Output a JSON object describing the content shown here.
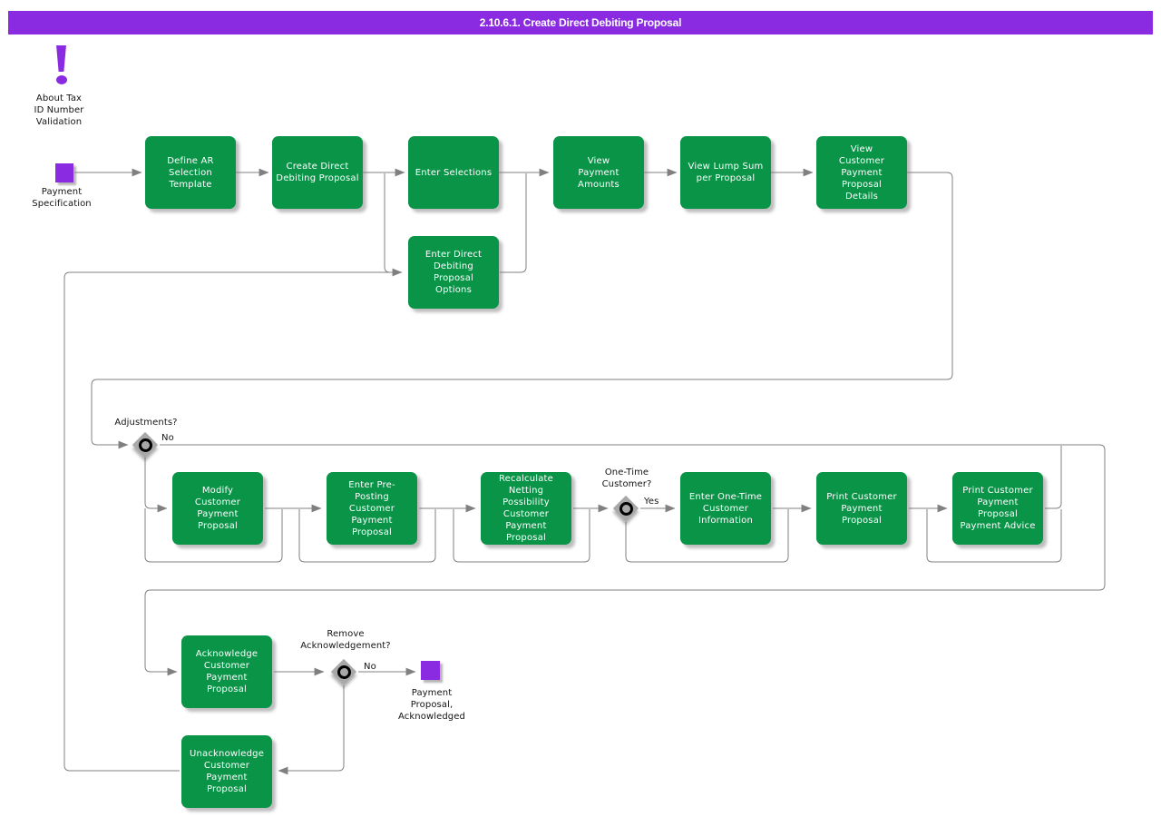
{
  "title": "2.10.6.1. Create Direct Debiting Proposal",
  "annotation": {
    "label": "About Tax\nID Number\nValidation"
  },
  "start": {
    "label": "Payment\nSpecification"
  },
  "end": {
    "label": "Payment\nProposal,\nAcknowledged"
  },
  "tasks": [
    {
      "label": "Define AR\nSelection\nTemplate"
    },
    {
      "label": "Create Direct\nDebiting Proposal"
    },
    {
      "label": "Enter Selections"
    },
    {
      "label": "View\nPayment\nAmounts"
    },
    {
      "label": "View Lump Sum\nper Proposal"
    },
    {
      "label": "View\nCustomer\nPayment\nProposal\nDetails"
    },
    {
      "label": "Enter Direct\nDebiting\nProposal\nOptions"
    },
    {
      "label": "Modify\nCustomer\nPayment\nProposal"
    },
    {
      "label": "Enter Pre-\nPosting\nCustomer\nPayment\nProposal"
    },
    {
      "label": "Recalculate\nNetting\nPossibility\nCustomer\nPayment\nProposal"
    },
    {
      "label": "Enter One-Time\nCustomer\nInformation"
    },
    {
      "label": "Print Customer\nPayment\nProposal"
    },
    {
      "label": "Print Customer\nPayment\nProposal\nPayment Advice"
    },
    {
      "label": "Acknowledge\nCustomer\nPayment\nProposal"
    },
    {
      "label": "Unacknowledge\nCustomer\nPayment\nProposal"
    }
  ],
  "decisions": [
    {
      "question": "Adjustments?",
      "answer": "No"
    },
    {
      "question": "One-Time\nCustomer?",
      "answer": "Yes"
    },
    {
      "question": "Remove\nAcknowledgement?",
      "answer": "No"
    }
  ],
  "colors": {
    "purple": "#8A2BE2",
    "green": "#0A9448",
    "line": "#808080"
  }
}
